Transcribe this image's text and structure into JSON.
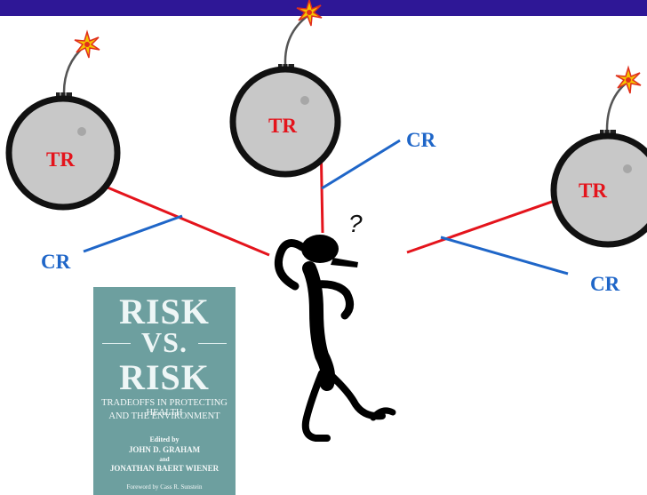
{
  "labels": {
    "tr_left": "TR",
    "tr_center": "TR",
    "tr_right": "TR",
    "cr_left": "CR",
    "cr_center": "CR",
    "cr_right": "CR"
  },
  "book": {
    "title_line1": "RISK",
    "title_line2": "VS.",
    "title_line3": "RISK",
    "subtitle_line1": "TRADEOFFS IN PROTECTING HEALTH",
    "subtitle_line2": "AND THE ENVIRONMENT",
    "edited_by": "Edited by",
    "editor1": "JOHN D. GRAHAM",
    "and": "and",
    "editor2": "JONATHAN BAERT WIENER",
    "foreword": "Foreword by Cass R. Sunstein"
  },
  "thought_mark": "?",
  "colors": {
    "top_bar": "#2e1796",
    "target_risk": "#e4141c",
    "countervailing_risk": "#1f66c8",
    "bomb_fill": "#c8c8c8",
    "book_cover": "#6d9f9f"
  }
}
